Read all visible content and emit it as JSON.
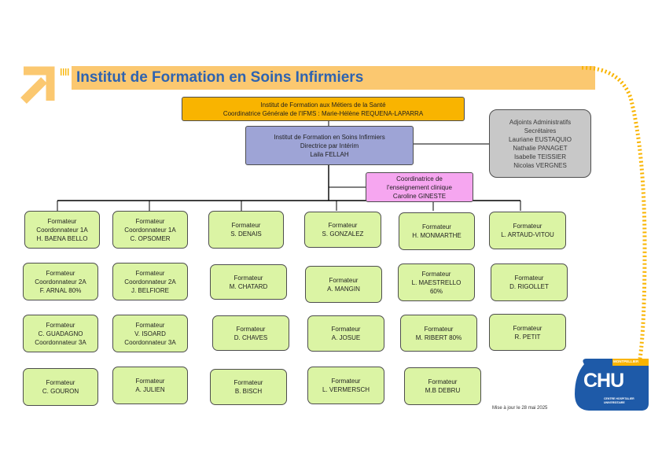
{
  "page_title": "Institut de Formation en Soins Infirmiers",
  "ifms": {
    "lines": [
      "Institut de Formation aux Métiers de la Santé",
      "Coordinatrice Générale de l'IFMS : Marie-Hélène REQUENA-LAPARRA"
    ]
  },
  "direction": {
    "lines": [
      "Institut de Formation en Soins Infirmiers",
      "Directrice par Intérim",
      "Laila FELLAH"
    ]
  },
  "admin": {
    "lines": [
      "Adjoints Administratifs",
      "Secrétaires",
      "Lauriane EUSTAQUIO",
      "Nathalie PANAGET",
      "Isabelle TEISSIER",
      "Nicolas VERGNES"
    ]
  },
  "coordination": {
    "lines": [
      "Coordinatrice de",
      "l'enseignement clinique",
      "Caroline GINESTE"
    ]
  },
  "formateurs": [
    [
      [
        "Formateur",
        "Coordonnateur 1A",
        "H. BAENA BELLO"
      ],
      [
        "Formateur",
        "Coordonnateur 2A",
        "F. ARNAL 80%"
      ],
      [
        "Formateur",
        "C. GUADAGNO",
        "Coordonnateur 3A"
      ],
      [
        "Formateur",
        "C. GOURON"
      ]
    ],
    [
      [
        "Formateur",
        "Coordonnateur 1A",
        "C. OPSOMER"
      ],
      [
        "Formateur",
        "Coordonnateur 2A",
        "J. BELFIORE"
      ],
      [
        "Formateur",
        "V. ISOARD",
        "Coordonnateur 3A"
      ],
      [
        "Formateur",
        "A. JULIEN"
      ]
    ],
    [
      [
        "Formateur",
        "S. DENAIS"
      ],
      [
        "Formateur",
        "M. CHATARD"
      ],
      [
        "Formateur",
        "D. CHAVES"
      ],
      [
        "Formateur",
        "B. BISCH"
      ]
    ],
    [
      [
        "Formateur",
        "S. GONZALEZ"
      ],
      [
        "Formateur",
        "A. MANGIN"
      ],
      [
        "Formateur",
        "A. JOSUE"
      ],
      [
        "Formateur",
        "L. VERMERSCH"
      ]
    ],
    [
      [
        "Formateur",
        "H. MONMARTHE"
      ],
      [
        "Formateur",
        "L. MAESTRELLO",
        "60%"
      ],
      [
        "Formateur",
        "M. RIBERT 80%"
      ],
      [
        "Formateur",
        "M.B DEBRU"
      ]
    ],
    [
      [
        "Formateur",
        "L. ARTAUD-VITOU"
      ],
      [
        "Formateur",
        "D. RIGOLLET"
      ],
      [
        "Formateur",
        "R. PETIT"
      ]
    ]
  ],
  "footnote": "Mise à jour le 28 mai 2025",
  "logo": {
    "badge": "MONTPELLIER",
    "name": "CHU",
    "subtitle": [
      "CENTRE HOSPITALIER",
      "UNIVERSITAIRE"
    ]
  },
  "colors": {
    "title": "#2e63b0",
    "title_bar": "#fbc870",
    "ifms_box": "#f9b400",
    "direction_box": "#9ea4d6",
    "admin_box": "#c8c8c8",
    "coordination_box": "#f6a6f0",
    "formateur_box": "#dbf4a4",
    "logo_blue": "#1e5aa8",
    "accent_orange": "#f9b400"
  },
  "icons": [
    "corner-arrow-icon",
    "chu-logo-icon"
  ]
}
